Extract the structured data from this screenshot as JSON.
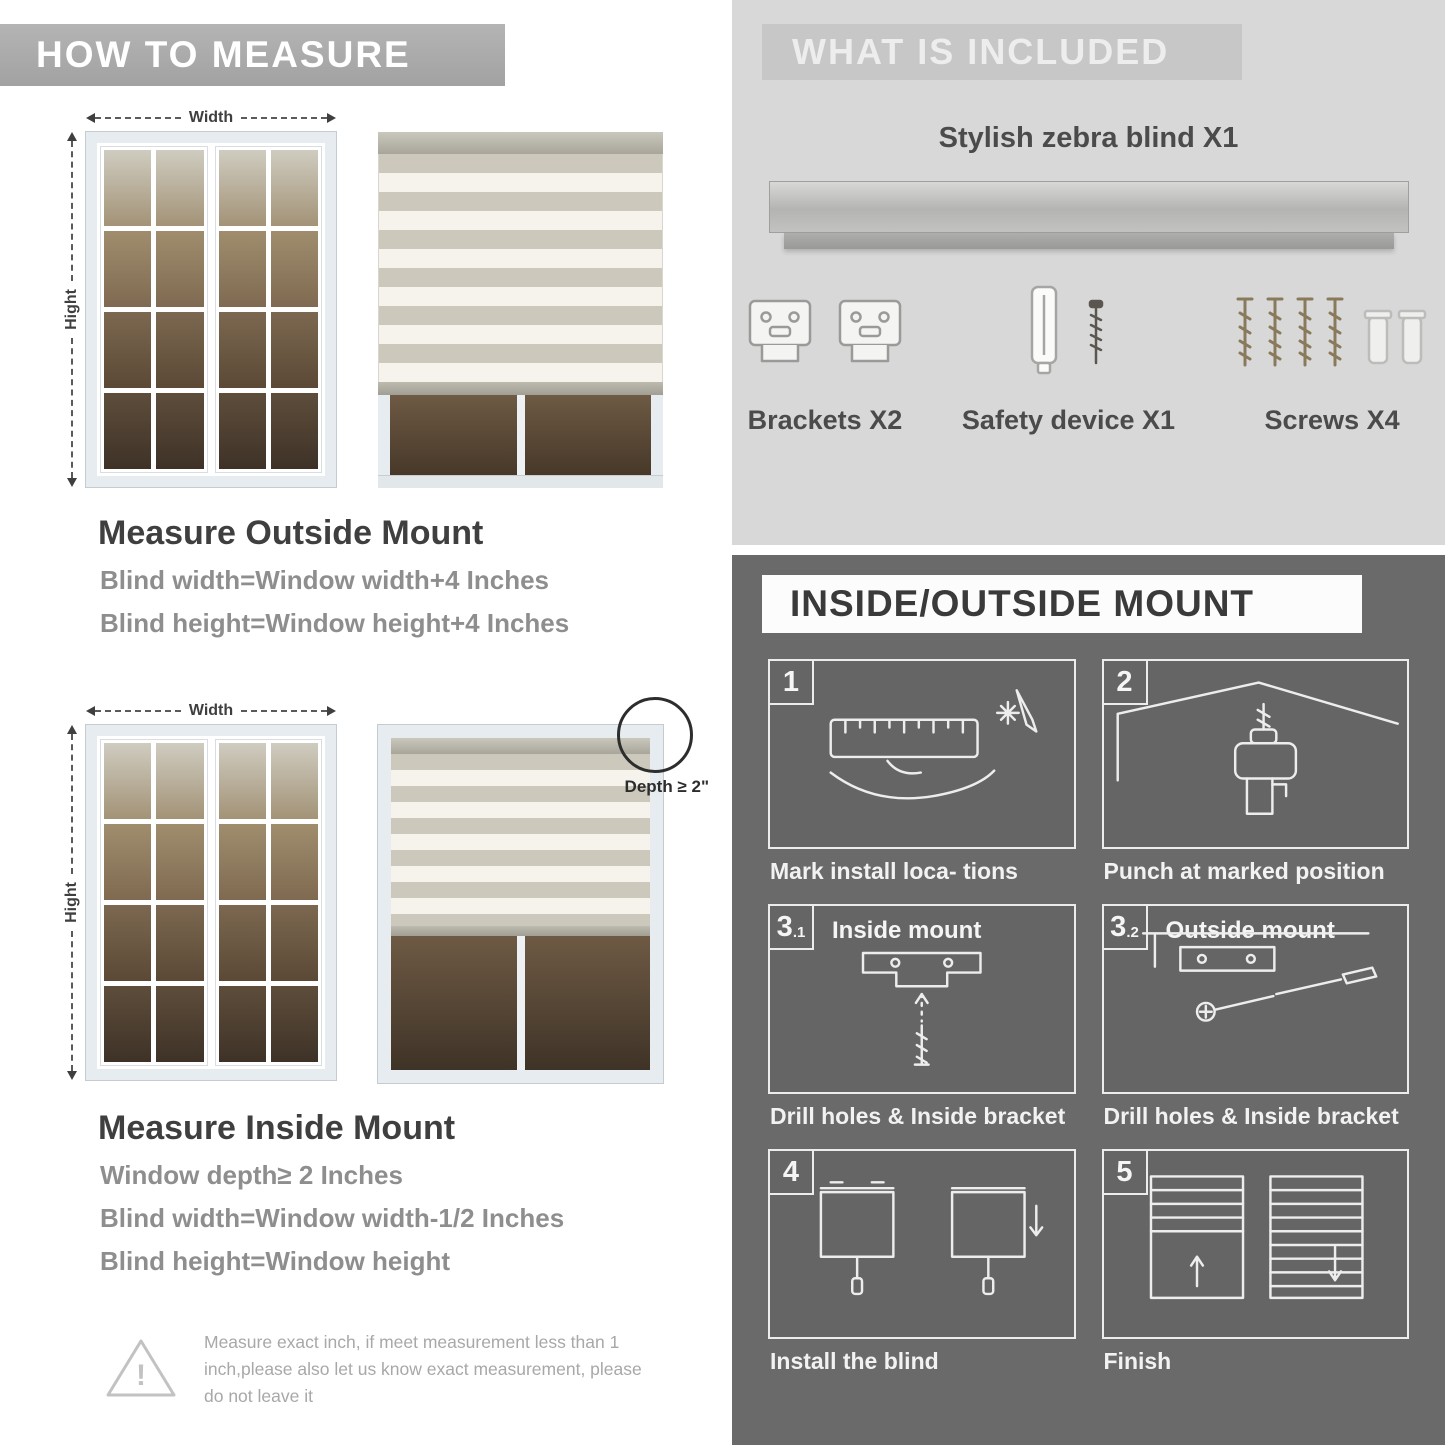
{
  "colors": {
    "left_header_gray": "#a9a9a9",
    "included_panel_gray": "#d8d8d8",
    "included_header_gray": "#c7c7c7",
    "mount_panel_gray": "#6a6a6a",
    "title_dark": "#3f3f3f",
    "rule_text_gray": "#8e8e8e",
    "caption_white": "#f2f2f2"
  },
  "how_to_measure": {
    "header": "HOW TO MEASURE",
    "outside_mount": {
      "width_label": "Width",
      "height_label": "Hight",
      "title": "Measure Outside Mount",
      "line1": "Blind width=Window width+4 Inches",
      "line2": "Blind height=Window height+4 Inches"
    },
    "inside_mount": {
      "width_label": "Width",
      "height_label": "Hight",
      "depth_label": "Depth ≥ 2\"",
      "title": "Measure Inside Mount",
      "line1": "Window depth≥ 2 Inches",
      "line2": "Blind width=Window width-1/2 Inches",
      "line3": "Blind height=Window height"
    },
    "note": "Measure exact inch, if meet measurement less than 1 inch,please also let us know exact measurement, please do not leave it"
  },
  "what_is_included": {
    "header": "WHAT IS INCLUDED",
    "product_label": "Stylish zebra blind X1",
    "items": [
      {
        "label": "Brackets X2"
      },
      {
        "label": "Safety device X1"
      },
      {
        "label": "Screws X4"
      }
    ]
  },
  "mount_guide": {
    "header": "INSIDE/OUTSIDE MOUNT",
    "steps": [
      {
        "num": "1",
        "sub": "",
        "title": "",
        "caption": "Mark install loca- tions"
      },
      {
        "num": "2",
        "sub": "",
        "title": "",
        "caption": "Punch at  marked position"
      },
      {
        "num": "3",
        "sub": ".1",
        "title": "Inside mount",
        "caption": "Drill holes &  Inside bracket"
      },
      {
        "num": "3",
        "sub": ".2",
        "title": "Outside mount",
        "caption": "Drill holes &  Inside bracket"
      },
      {
        "num": "4",
        "sub": "",
        "title": "",
        "caption": "Install the blind"
      },
      {
        "num": "5",
        "sub": "",
        "title": "",
        "caption": "Finish"
      }
    ]
  }
}
